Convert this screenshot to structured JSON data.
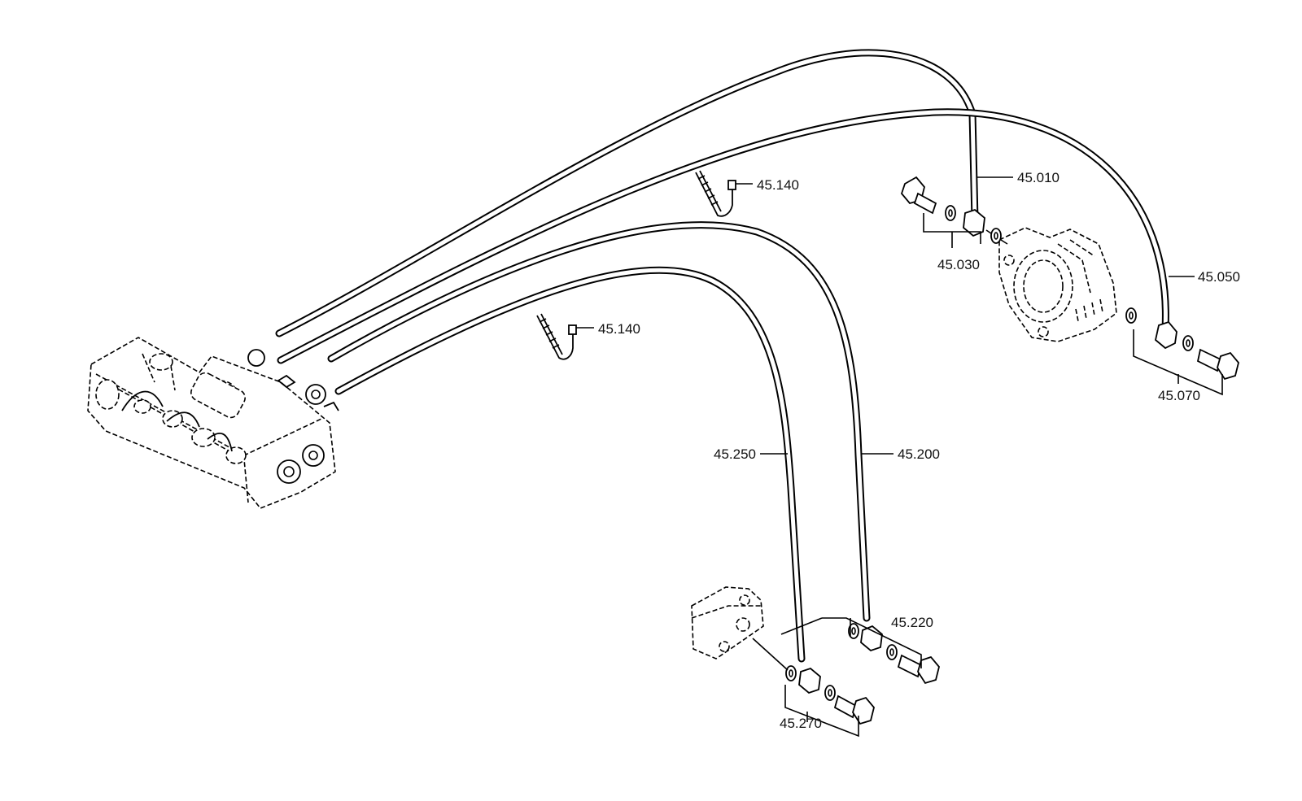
{
  "callouts": {
    "c1": "45.010",
    "c2": "45.030",
    "c3": "45.050",
    "c4": "45.070",
    "c5": "45.140",
    "c6": "45.140",
    "c7": "45.200",
    "c8": "45.220",
    "c9": "45.250",
    "c10": "45.270"
  }
}
